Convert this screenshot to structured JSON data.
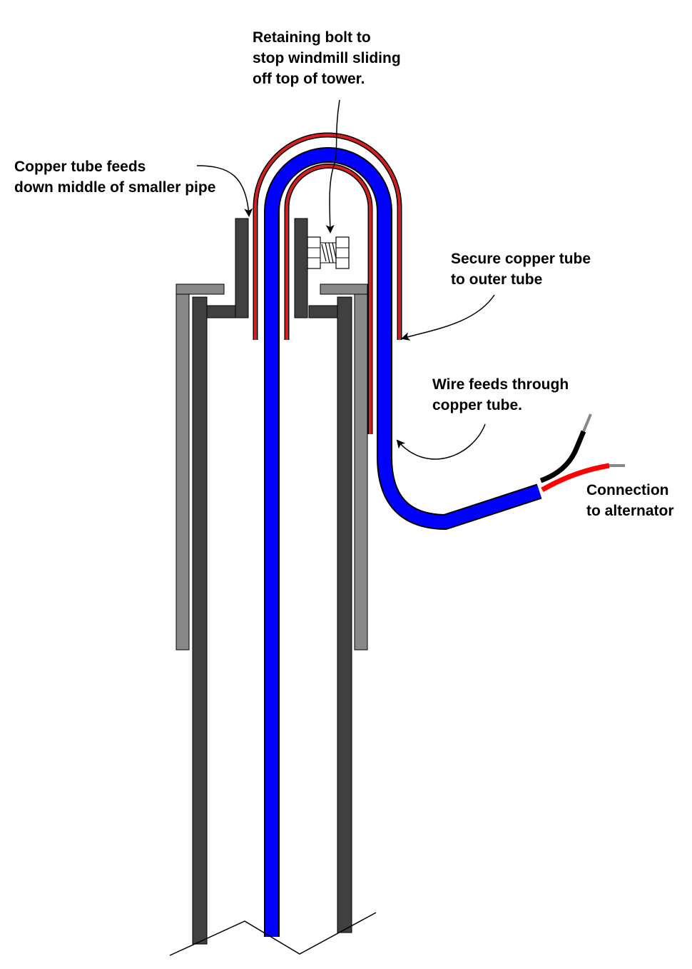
{
  "labels": {
    "retaining_bolt": [
      "Retaining bolt to",
      "stop windmill sliding",
      "off top of tower."
    ],
    "copper_feeds": [
      "Copper tube feeds",
      "down middle of smaller pipe"
    ],
    "secure_copper": [
      "Secure copper tube",
      "to outer tube"
    ],
    "wire_feeds": [
      "Wire feeds through",
      "copper tube."
    ],
    "connection": [
      "Connection",
      "to alternator"
    ]
  },
  "colors": {
    "pipe_dark": "#404040",
    "pipe_light": "#888888",
    "wire_blue": "#0000ff",
    "copper_red": "#d42020",
    "wire_black": "#000000",
    "wire_red": "#ff0000",
    "wire_tip": "#888888"
  }
}
